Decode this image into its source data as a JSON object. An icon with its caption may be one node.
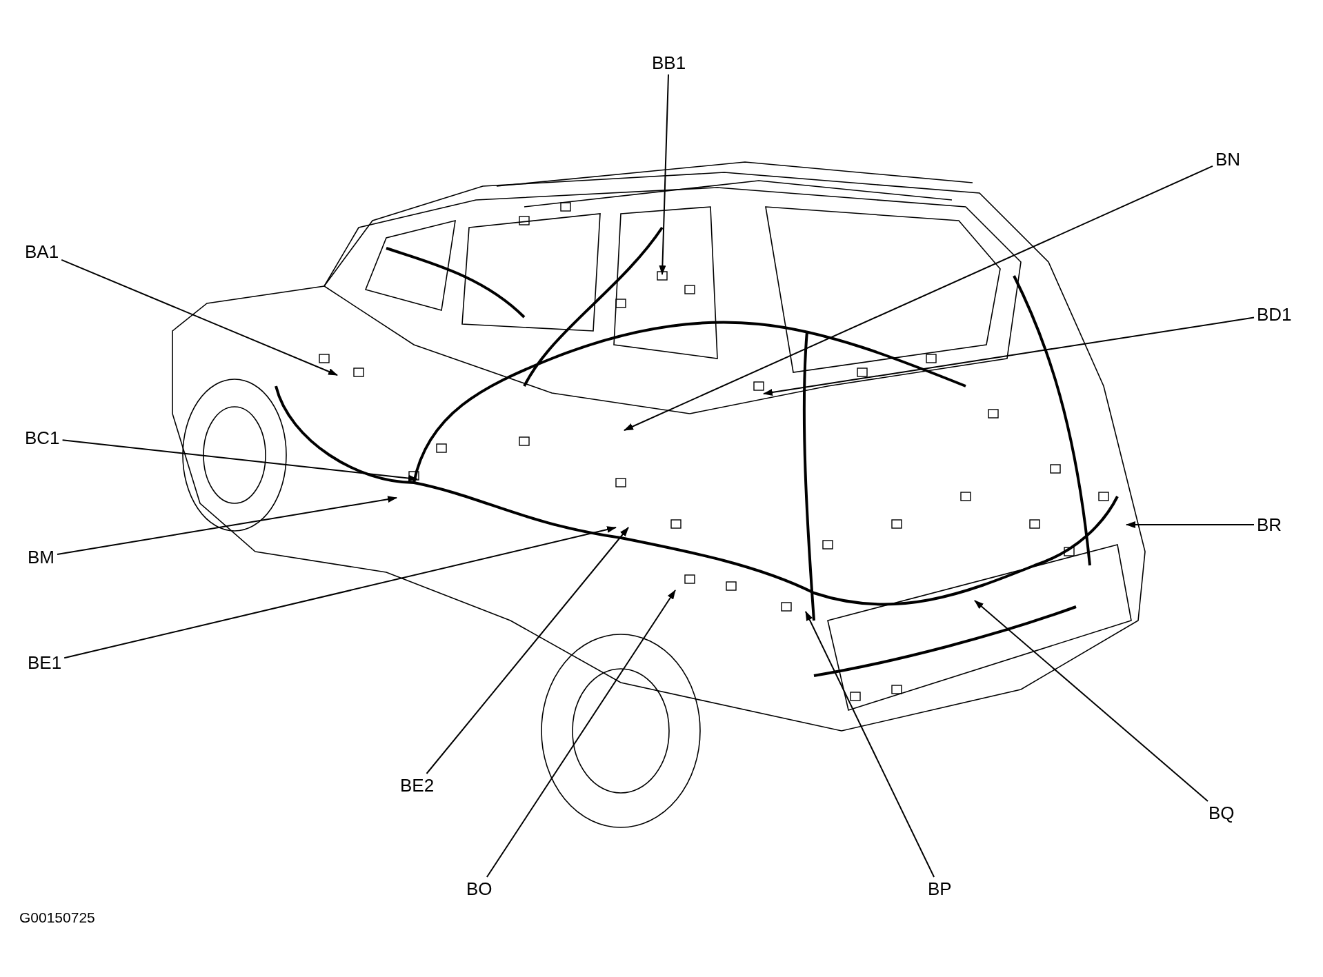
{
  "diagram": {
    "nodes": [
      {
        "text": [
          "BB1"
        ]
      },
      {
        "text": [
          "BN"
        ]
      },
      {
        "text": [
          "BA1"
        ]
      },
      {
        "text": [
          "BD1"
        ]
      },
      {
        "text": [
          "BC1"
        ]
      },
      {
        "text": [
          "BR"
        ]
      },
      {
        "text": [
          "BM"
        ]
      },
      {
        "text": [
          "BE1"
        ]
      },
      {
        "text": [
          "BE2"
        ]
      },
      {
        "text": [
          "BQ"
        ]
      },
      {
        "text": [
          "BO"
        ]
      },
      {
        "text": [
          "BP"
        ]
      }
    ],
    "edges": [
      {
        "from": 0,
        "to": null,
        "arrow": "to"
      },
      {
        "from": 1,
        "to": null,
        "arrow": "to"
      },
      {
        "from": 2,
        "to": null,
        "arrow": "to"
      },
      {
        "from": 3,
        "to": null,
        "arrow": "to"
      },
      {
        "from": 4,
        "to": null,
        "arrow": "to"
      },
      {
        "from": 5,
        "to": null,
        "arrow": "to"
      },
      {
        "from": 6,
        "to": null,
        "arrow": "to"
      },
      {
        "from": 7,
        "to": null,
        "arrow": "to"
      },
      {
        "from": 8,
        "to": null,
        "arrow": "to"
      },
      {
        "from": 9,
        "to": null,
        "arrow": "to"
      },
      {
        "from": 10,
        "to": null,
        "arrow": "to"
      },
      {
        "from": 11,
        "to": null,
        "arrow": "to"
      }
    ],
    "labels": [
      "G00150725"
    ]
  }
}
